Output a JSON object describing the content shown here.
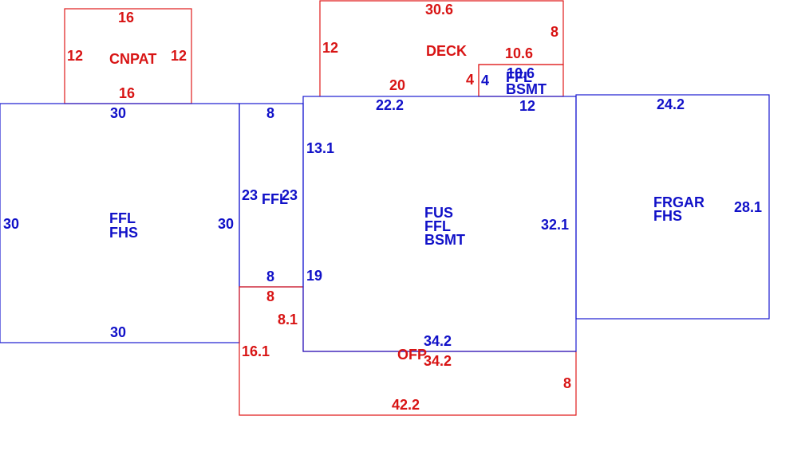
{
  "colors": {
    "main_area": "#1111c8",
    "secondary_area": "#d81414"
  },
  "cnpat": {
    "label": "CNPAT",
    "dims": {
      "top": "16",
      "bottom": "16",
      "left": "12",
      "right": "12"
    }
  },
  "deck": {
    "label": "DECK",
    "dims": {
      "top": "30.6",
      "left": "12",
      "right": "8",
      "bottom": "20",
      "step_width": "10.6",
      "step_height": "4"
    }
  },
  "bsmt_small": {
    "label_line1": "FFL",
    "label_line2": "BSMT",
    "dims": {
      "top": "10.6",
      "left": "4",
      "bottom": "12"
    }
  },
  "left_block": {
    "label_line1": "FFL",
    "label_line2": "FHS",
    "dims": {
      "top": "30",
      "bottom": "30",
      "left": "30",
      "right": "30"
    }
  },
  "ffl_narrow": {
    "label": "FFL",
    "dims": {
      "top": "8",
      "bottom": "8",
      "left": "23",
      "right": "23"
    }
  },
  "main_block": {
    "label_line1": "FUS",
    "label_line2": "FFL",
    "label_line3": "BSMT",
    "dims": {
      "top": "22.2",
      "left_upper": "13.1",
      "left_lower": "19",
      "right": "32.1",
      "bottom": "34.2"
    }
  },
  "garage": {
    "label_line1": "FRGAR",
    "label_line2": "FHS",
    "dims": {
      "top": "24.2",
      "right": "28.1"
    }
  },
  "ofp": {
    "label": "OFP",
    "dims": {
      "top": "34.2",
      "right": "8",
      "bottom": "42.2",
      "left": "16.1",
      "notch_top": "8",
      "notch_side": "8.1"
    }
  }
}
